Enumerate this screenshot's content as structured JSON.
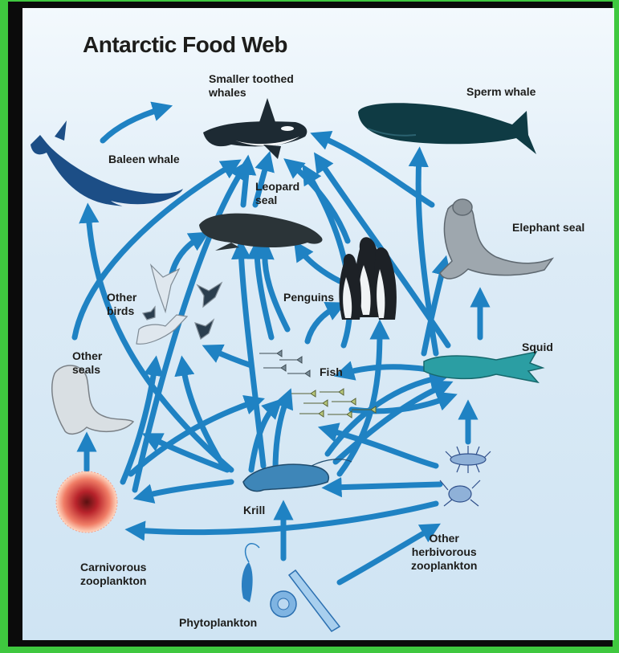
{
  "title": "Antarctic Food Web",
  "labels": {
    "smaller_toothed_whales": "Smaller toothed\nwhales",
    "sperm_whale": "Sperm whale",
    "baleen_whale": "Baleen whale",
    "leopard_seal": "Leopard\nseal",
    "elephant_seal": "Elephant seal",
    "other_birds": "Other\nbirds",
    "penguins": "Penguins",
    "other_seals": "Other\nseals",
    "fish": "Fish",
    "squid": "Squid",
    "krill": "Krill",
    "carnivorous_zooplankton": "Carnivorous\nzooplankton",
    "other_herbivorous_zooplankton": "Other\nherbivorous\nzooplankton",
    "phytoplankton": "Phytoplankton"
  },
  "colors": {
    "arrow": "#1f82c3",
    "background_top": "#f3f9fd",
    "background_bottom": "#cfe4f3",
    "outer_border": "#3fc83f"
  }
}
